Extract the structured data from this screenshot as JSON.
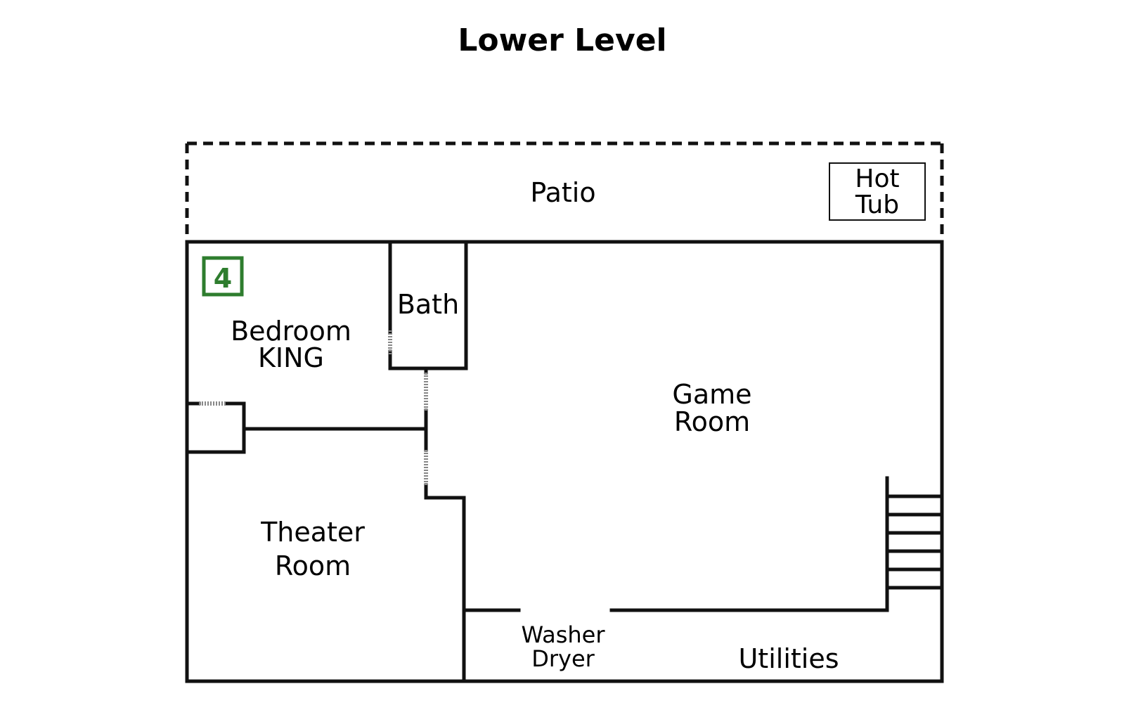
{
  "title": "Lower Level",
  "rooms": {
    "patio": "Patio",
    "hot_tub": {
      "line1": "Hot",
      "line2": "Tub"
    },
    "bedroom": {
      "line1": "Bedroom",
      "line2": "KING"
    },
    "bath": "Bath",
    "game_room": {
      "line1": "Game",
      "line2": "Room"
    },
    "theater_room": {
      "line1": "Theater",
      "line2": "Room"
    },
    "laundry": {
      "line1": "Washer",
      "line2": "Dryer"
    },
    "utilities": "Utilities"
  },
  "bedroom_badge": {
    "number": "4",
    "color": "#2e7d2e"
  },
  "colors": {
    "wall": "#111111",
    "background": "#ffffff"
  }
}
